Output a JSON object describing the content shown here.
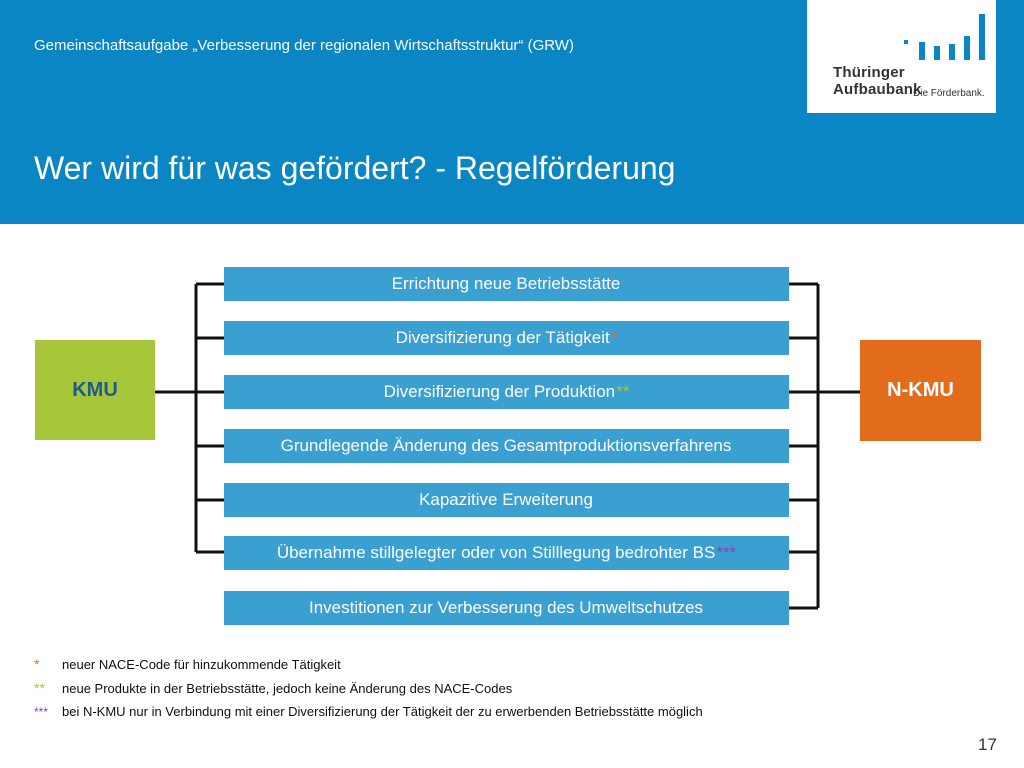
{
  "header": {
    "subtitle": "Gemeinschaftsaufgabe „Verbesserung der regionalen Wirtschaftsstruktur“ (GRW)",
    "title": "Wer wird für was gefördert? - Regelförderung",
    "background_color": "#0a86c4"
  },
  "logo": {
    "name": "Thüringer Aufbaubank",
    "tagline": "Die Förderbank.",
    "bar_color": "#0a86c4"
  },
  "left_box": {
    "label": "KMU",
    "color": "#a8c63a"
  },
  "right_box": {
    "label": "N-KMU",
    "color": "#e36c1c"
  },
  "measures": [
    {
      "label": "Errichtung neue Betriebsstätte",
      "stars": ""
    },
    {
      "label": "Diversifizierung der Tätigkeit",
      "stars": "*"
    },
    {
      "label": "Diversifizierung der Produktion",
      "stars": "**"
    },
    {
      "label": "Grundlegende Änderung des Gesamtproduktionsverfahrens",
      "stars": ""
    },
    {
      "label": "Kapazitive Erweiterung",
      "stars": ""
    },
    {
      "label": "Übernahme stillgelegter oder von Stilllegung bedrohter BS",
      "stars": "***"
    },
    {
      "label": "Investitionen zur Verbesserung des Umweltschutzes",
      "stars": ""
    }
  ],
  "footnotes": [
    {
      "mark": "*",
      "text": "neuer NACE-Code für hinzukommende Tätigkeit"
    },
    {
      "mark": "**",
      "text": "neue Produkte in der Betriebsstätte, jedoch keine Änderung des NACE-Codes"
    },
    {
      "mark": "***",
      "text": "bei N-KMU nur in Verbindung mit einer Diversifizierung der Tätigkeit der zu erwerbenden Betriebsstätte möglich"
    }
  ],
  "page_number": "17"
}
